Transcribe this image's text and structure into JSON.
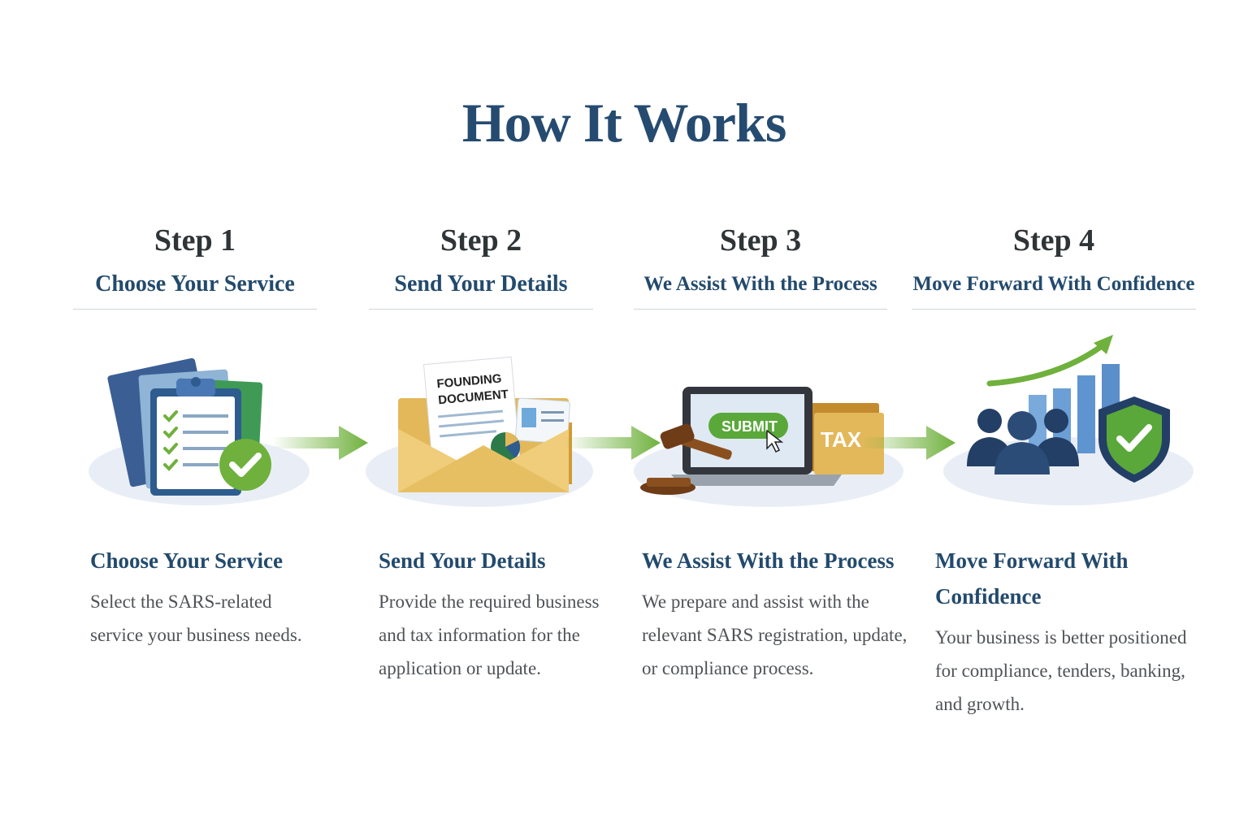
{
  "page_title": "How It Works",
  "steps": [
    {
      "number": "Step 1",
      "heading": "Choose Your Service",
      "title": "Choose Your Service",
      "description": "Select the SARS-related service your business needs."
    },
    {
      "number": "Step 2",
      "heading": "Send Your Details",
      "title": "Send Your Details",
      "description": "Provide the required business and tax information for the application or update.",
      "document_label_1": "FOUNDING",
      "document_label_2": "DOCUMENT"
    },
    {
      "number": "Step 3",
      "heading": "We Assist With the Process",
      "title": "We Assist With the Process",
      "description": "We prepare and assist with the relevant SARS registration, update, or compliance process.",
      "screen_button": "SUBMIT",
      "folder_label": "TAX"
    },
    {
      "number": "Step 4",
      "heading": "Move Forward With Confidence",
      "title": "Move Forward With Confidence",
      "description": "Your business is better positioned for compliance, tenders, banking, and growth."
    }
  ],
  "icons": [
    "clipboard-checklist-icon",
    "envelope-documents-icon",
    "laptop-gavel-icon",
    "team-growth-shield-icon",
    "green-arrow-icon"
  ],
  "colors": {
    "title": "#264b70",
    "heading": "#234a6d",
    "body_text": "#4f5357",
    "accent_green": "#6fb13c",
    "blue": "#2f5c8f"
  }
}
